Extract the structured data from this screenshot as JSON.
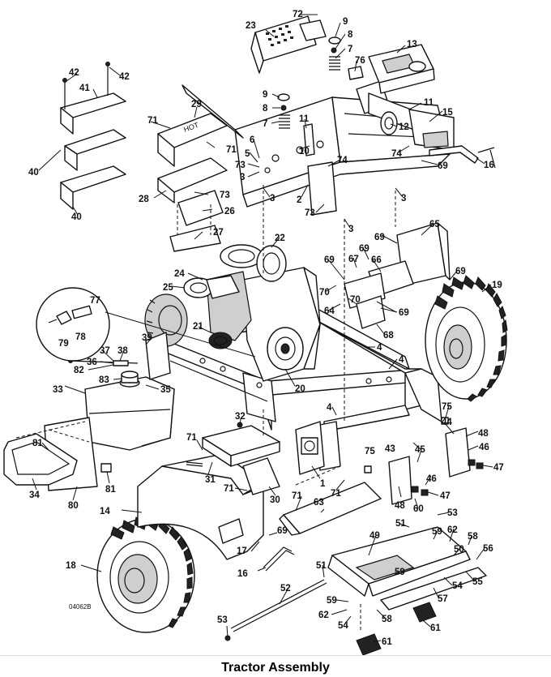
{
  "caption": "Tractor Assembly",
  "drawing_code": "04062B",
  "hot_label": "HOT",
  "callouts": [
    "1",
    "2",
    "3",
    "4",
    "5",
    "6",
    "7",
    "8",
    "9",
    "10",
    "11",
    "12",
    "13",
    "14",
    "15",
    "16",
    "17",
    "18",
    "19",
    "20",
    "21",
    "22",
    "23",
    "24",
    "25",
    "26",
    "27",
    "28",
    "29",
    "30",
    "31",
    "32",
    "33",
    "34",
    "35",
    "36",
    "37",
    "38",
    "39",
    "40",
    "41",
    "42",
    "43",
    "44",
    "45",
    "46",
    "47",
    "48",
    "49",
    "50",
    "51",
    "52",
    "53",
    "54",
    "55",
    "56",
    "57",
    "58",
    "59",
    "60",
    "61",
    "62",
    "63",
    "64",
    "65",
    "66",
    "67",
    "68",
    "69",
    "70",
    "71",
    "72",
    "73",
    "74",
    "75",
    "76",
    "77",
    "78",
    "79",
    "80",
    "81",
    "82",
    "83"
  ]
}
